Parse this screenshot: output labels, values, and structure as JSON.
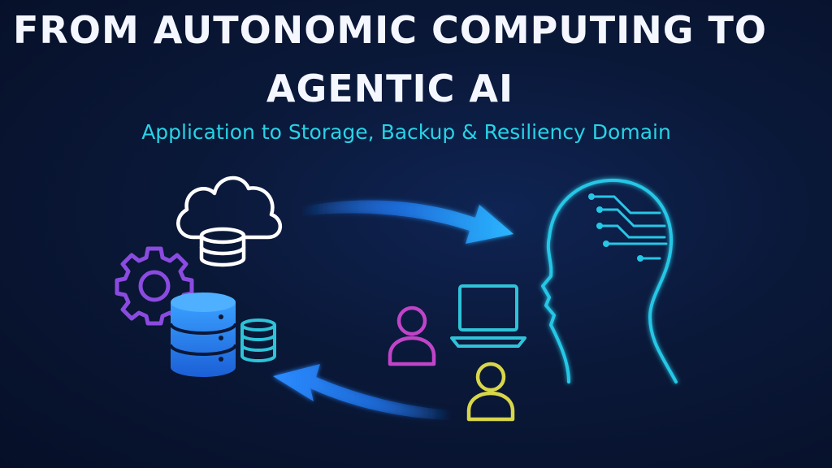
{
  "title": {
    "line1": "FROM AUTONOMIC COMPUTING TO",
    "line2": "AGENTIC AI"
  },
  "subtitle": "Application to Storage, Backup & Resiliency Domain",
  "icons": [
    "cloud-storage-icon",
    "gear-icon",
    "server-stack-icon",
    "database-icon",
    "ai-head-icon",
    "circuit-icon",
    "person-icon",
    "laptop-icon",
    "arrow-right-icon",
    "arrow-left-icon"
  ],
  "colors": {
    "background": "#0a1838",
    "title": "#f4f7ff",
    "accent_cyan": "#27d3e6",
    "accent_blue": "#1e6fe0",
    "accent_purple": "#8b4be0",
    "accent_magenta": "#c044c8",
    "accent_yellow": "#d8d64a"
  }
}
